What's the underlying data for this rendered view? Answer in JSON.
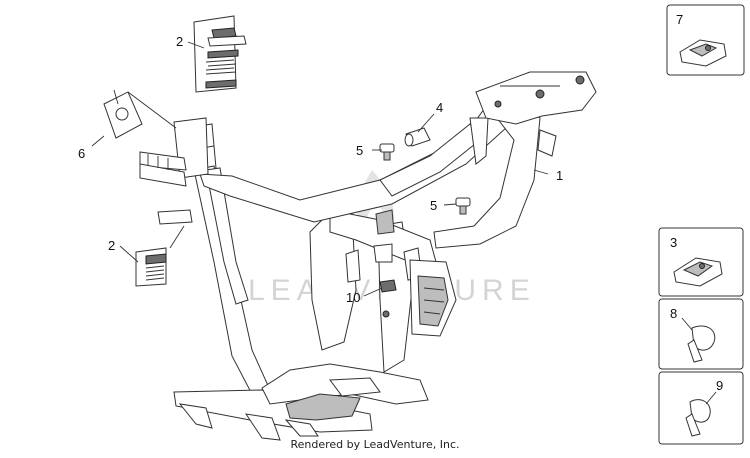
{
  "diagram": {
    "watermark": "LEADVENTURE",
    "credit": "Rendered by LeadVenture, Inc.",
    "callouts": {
      "c1": "1",
      "c2a": "2",
      "c2b": "2",
      "c4": "4",
      "c5a": "5",
      "c5b": "5",
      "c6": "6",
      "c10": "10"
    },
    "side_boxes": {
      "b7": "7",
      "b3": "3",
      "b8": "8",
      "b9": "9"
    }
  }
}
